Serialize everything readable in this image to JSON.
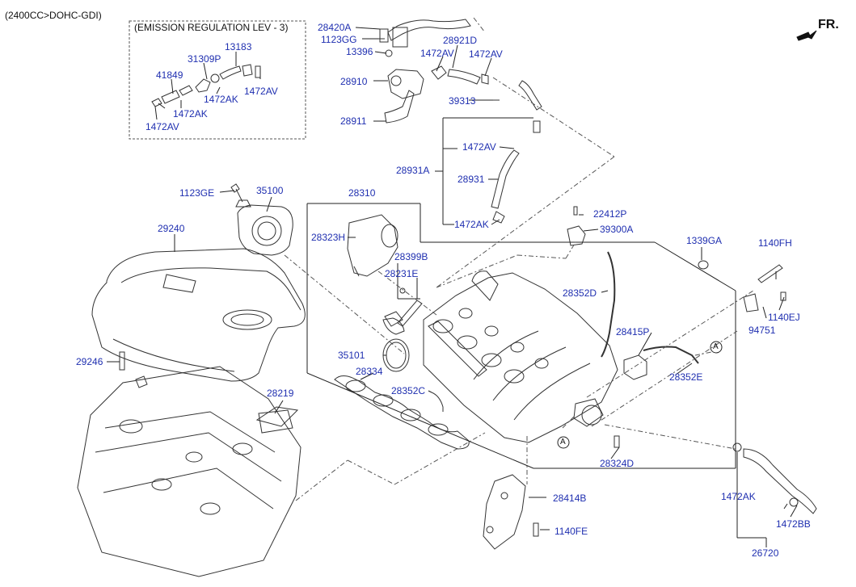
{
  "header": {
    "engine": "(2400CC>DOHC-GDI)",
    "emission_box_title": "(EMISSION REGULATION LEV - 3)",
    "direction": "FR."
  },
  "callouts": {
    "emission": {
      "p13183": "13183",
      "p31309P": "31309P",
      "p41849": "41849",
      "p1472AV_right": "1472AV",
      "p1472AK_mid": "1472AK",
      "p1472AK_low": "1472AK",
      "p1472AV_bottom": "1472AV"
    },
    "pcv": {
      "p28420A": "28420A",
      "p1123GG": "1123GG",
      "p13396": "13396",
      "p28921D": "28921D",
      "p1472AV_a": "1472AV",
      "p1472AV_b": "1472AV",
      "p28910": "28910",
      "p39313": "39313",
      "p28911": "28911",
      "p1472AV_c": "1472AV",
      "p28931A": "28931A",
      "p28931": "28931",
      "p1472AK": "1472AK"
    },
    "manifold": {
      "p1123GE": "1123GE",
      "p35100": "35100",
      "p28310": "28310",
      "p22412P": "22412P",
      "p39300A": "39300A",
      "p29240": "29240",
      "p28323H": "28323H",
      "p28399B": "28399B",
      "p28231E": "28231E",
      "p1339GA": "1339GA",
      "p1140FH": "1140FH",
      "p28352D": "28352D",
      "p1140EJ": "1140EJ",
      "p94751": "94751",
      "p28415P": "28415P",
      "p35101": "35101",
      "p29246": "29246",
      "p28334": "28334",
      "p28352E": "28352E",
      "p28352C": "28352C",
      "p28219": "28219",
      "p28324D": "28324D",
      "p1472AK_hose": "1472AK",
      "p28414B": "28414B",
      "p1472BB": "1472BB",
      "p1140FE": "1140FE",
      "p26720": "26720",
      "ref_A1": "A",
      "ref_A2": "A"
    }
  },
  "colors": {
    "label": "#1f2fb0",
    "line": "#222222",
    "background": "#ffffff"
  },
  "icons": {
    "direction_arrow": "front-arrow-icon"
  }
}
